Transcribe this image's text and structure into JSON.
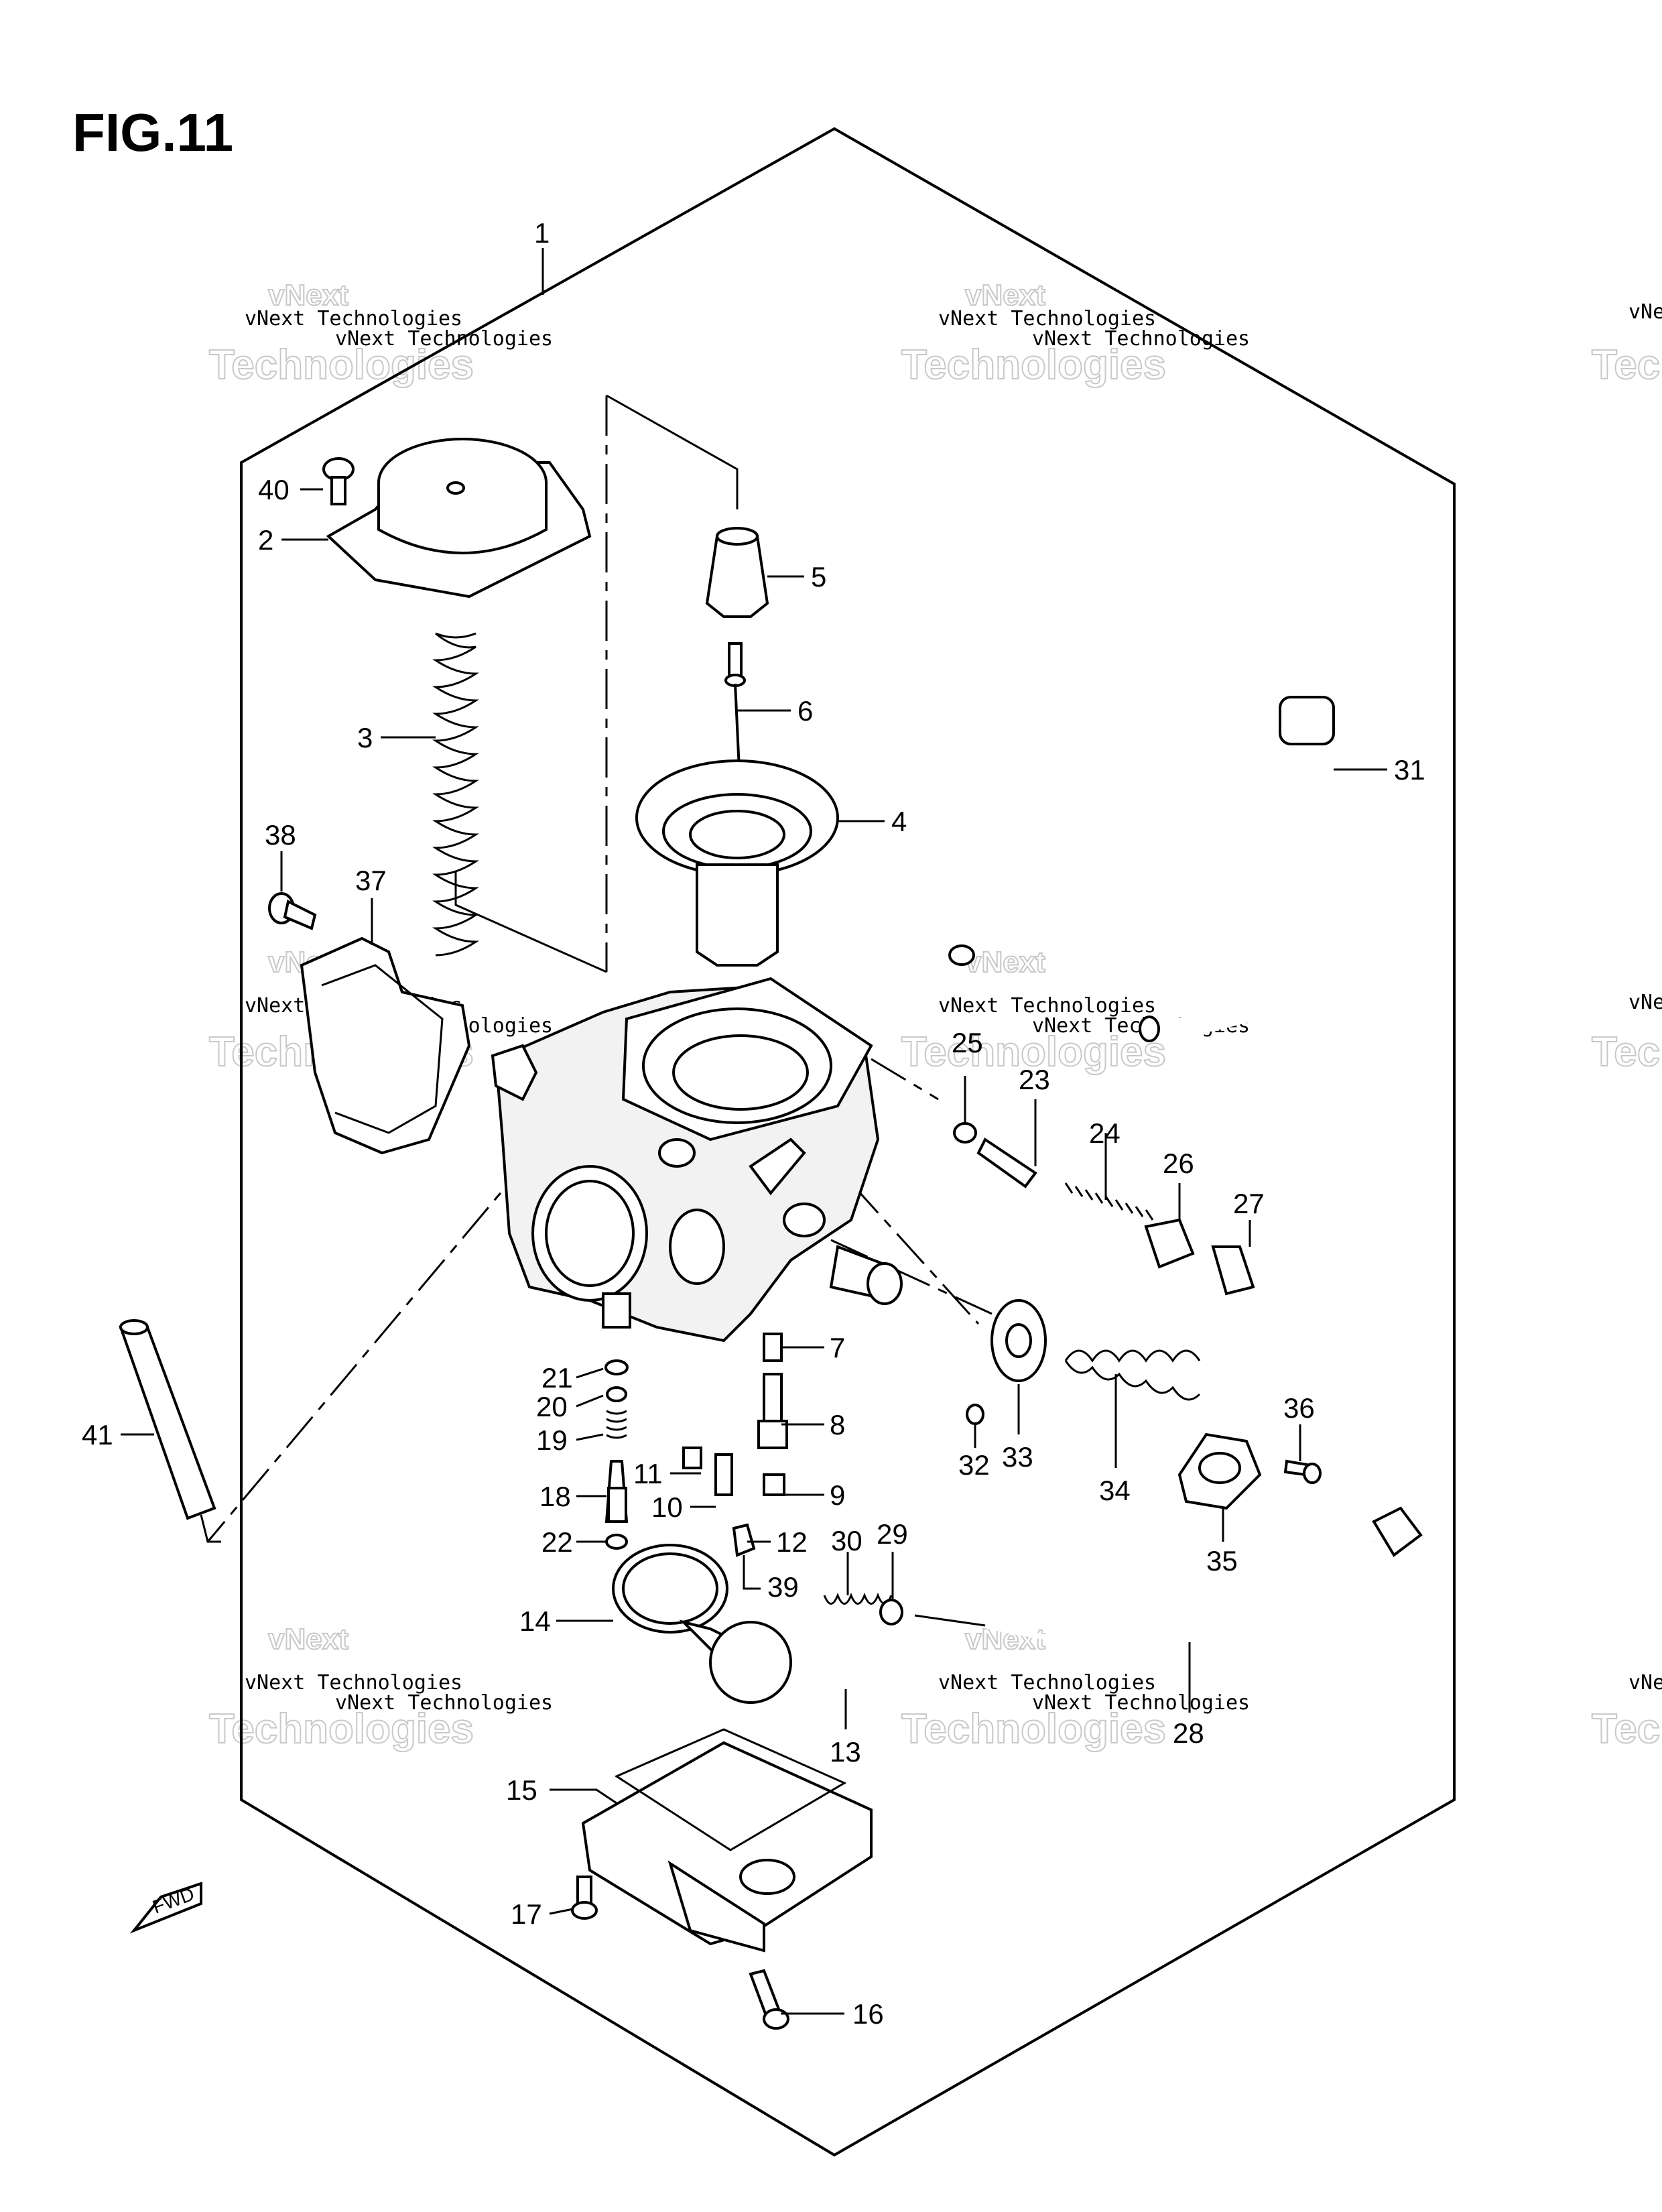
{
  "figure": {
    "title": "FIG.11",
    "fwd_label": "FWD"
  },
  "watermark": {
    "line1": "vNext Technologies",
    "line2": "Technologies",
    "line0": "vNext"
  },
  "callouts": [
    "1",
    "2",
    "3",
    "4",
    "5",
    "6",
    "7",
    "8",
    "9",
    "10",
    "11",
    "12",
    "13",
    "14",
    "15",
    "16",
    "17",
    "18",
    "19",
    "20",
    "21",
    "22",
    "23",
    "24",
    "25",
    "26",
    "27",
    "28",
    "29",
    "30",
    "31",
    "32",
    "33",
    "34",
    "35",
    "36",
    "37",
    "38",
    "39",
    "40",
    "41"
  ]
}
